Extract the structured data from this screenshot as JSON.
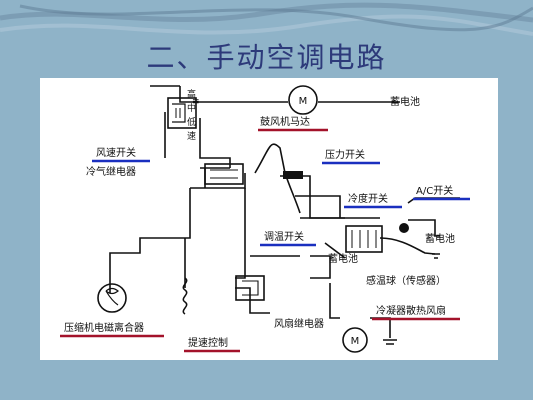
{
  "slide": {
    "title": "二、手动空调电路",
    "colors": {
      "background": "#8fb3c8",
      "title": "#2d3a7a",
      "underline_blue": "#1a2fbf",
      "underline_red": "#a3122a"
    }
  },
  "diagram": {
    "labels": {
      "high_middle_low_speed": [
        "高",
        "中",
        "低",
        "速"
      ],
      "blower_motor": "鼓风机马达",
      "battery_top": "蓄电池",
      "wind_speed_switch": "风速开关",
      "cold_air_relay": "冷气继电器",
      "pressure_switch": "压力开关",
      "cold_degree_switch": "冷度开关",
      "ac_switch": "A/C开关",
      "thermostat_switch": "调温开关",
      "battery_right": "蓄电池",
      "battery_mid": "蓄电池",
      "temp_sensor": "感温球（传感器）",
      "compressor_clutch": "压缩机电磁离合器",
      "condenser_fan": "冷凝器散热风扇",
      "fan_relay": "风扇继电器",
      "speed_control": "提速控制",
      "motor_symbol": "M"
    },
    "icons": [
      "motor-icon",
      "relay-icon",
      "switch-icon",
      "ground-icon",
      "coil-icon"
    ]
  }
}
